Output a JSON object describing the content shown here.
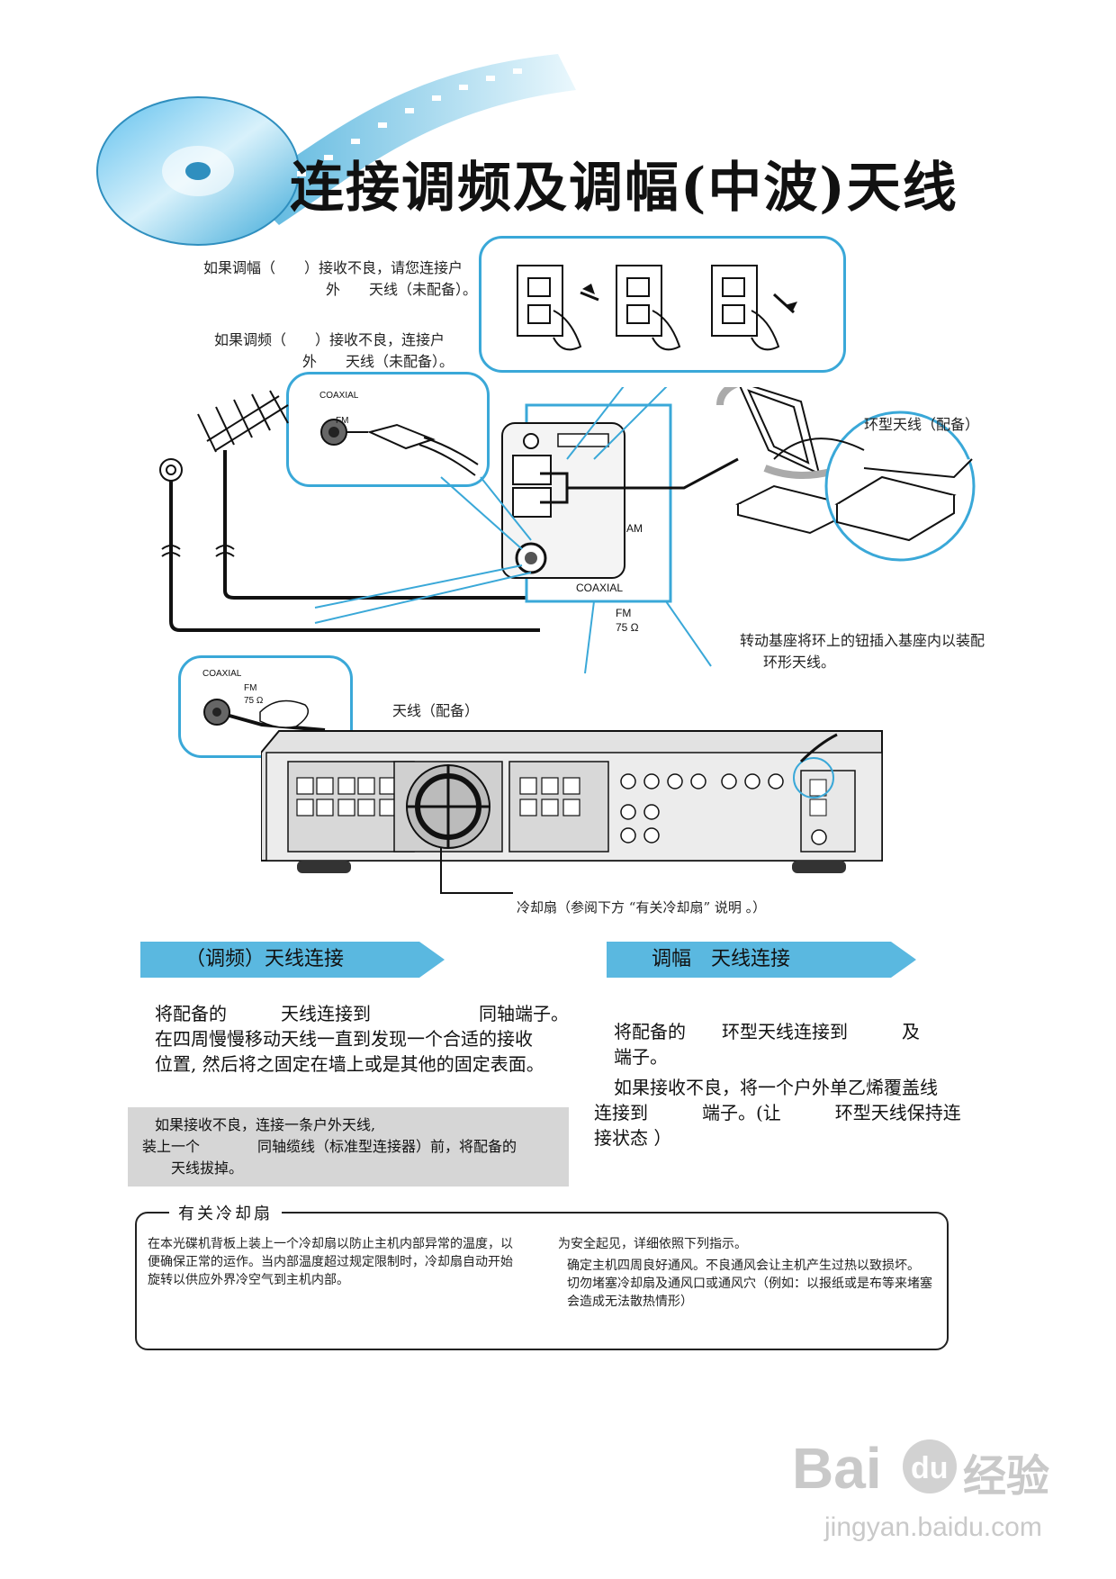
{
  "title": "连接调频及调幅(中波)天线",
  "notes": {
    "am_bad_1": "如果调幅（　　）接收不良，请您连接户",
    "am_bad_2": "外　　天线（未配备）。",
    "fm_bad_1": "如果调频（　　）接收不良，连接户",
    "fm_bad_2": "外　　天线（未配备）。",
    "loop_antenna": "环型天线（配备）",
    "rotate_1": "转动基座将环上的钮插入基座内以装配",
    "rotate_2": "环形天线。",
    "antenna_supplied": "天线（配备）",
    "cooling_fan_ref": "冷却扇（参阅下方 “有关冷却扇” 说明 。）"
  },
  "diagram_labels": {
    "coaxial": "COAXIAL",
    "fm": "FM",
    "am": "AM",
    "fm_75": "75 Ω"
  },
  "fm_section": {
    "heading": "（调频）天线连接",
    "line1": "将配备的　　　天线连接到　　　　　　同轴端子。",
    "line2": "在四周慢慢移动天线一直到发现一个合适的接收",
    "line3": "位置, 然后将之固定在墙上或是其他的固定表面。",
    "tip1": "如果接收不良，连接一条户外天线,",
    "tip2": "装上一个　　　　同轴缆线（标准型连接器）前，将配备的",
    "tip3": "天线拔掉。"
  },
  "am_section": {
    "heading": "调幅　天线连接",
    "line1": "将配备的　　环型天线连接到　　　及",
    "line2": "端子。",
    "line3": "如果接收不良，将一个户外单乙烯覆盖线",
    "line4": "连接到　　　端子。(让　　　环型天线保持连",
    "line5": "接状态 ）"
  },
  "fan": {
    "legend": "有关冷却扇",
    "left1": "在本光碟机背板上装上一个冷却扇以防止主机内部异常的温度，以",
    "left2": "便确保正常的运作。当内部温度超过规定限制时，冷却扇自动开始",
    "left3": "旋转以供应外界冷空气到主机内部。",
    "right1": "为安全起见，详细依照下列指示。",
    "right2": "确定主机四周良好通风。不良通风会让主机产生过热以致损坏。",
    "right3": "切勿堵塞冷却扇及通风口或通风穴（例如：以报纸或是布等来堵塞",
    "right4": "会造成无法散热情形）"
  },
  "watermark": {
    "brand": "Bai",
    "brand2": "经验",
    "url": "jingyan.baidu.com"
  },
  "colors": {
    "accent": "#3aa8d8",
    "band": "#5ab8e0",
    "gray_box": "#d6d6d6"
  }
}
